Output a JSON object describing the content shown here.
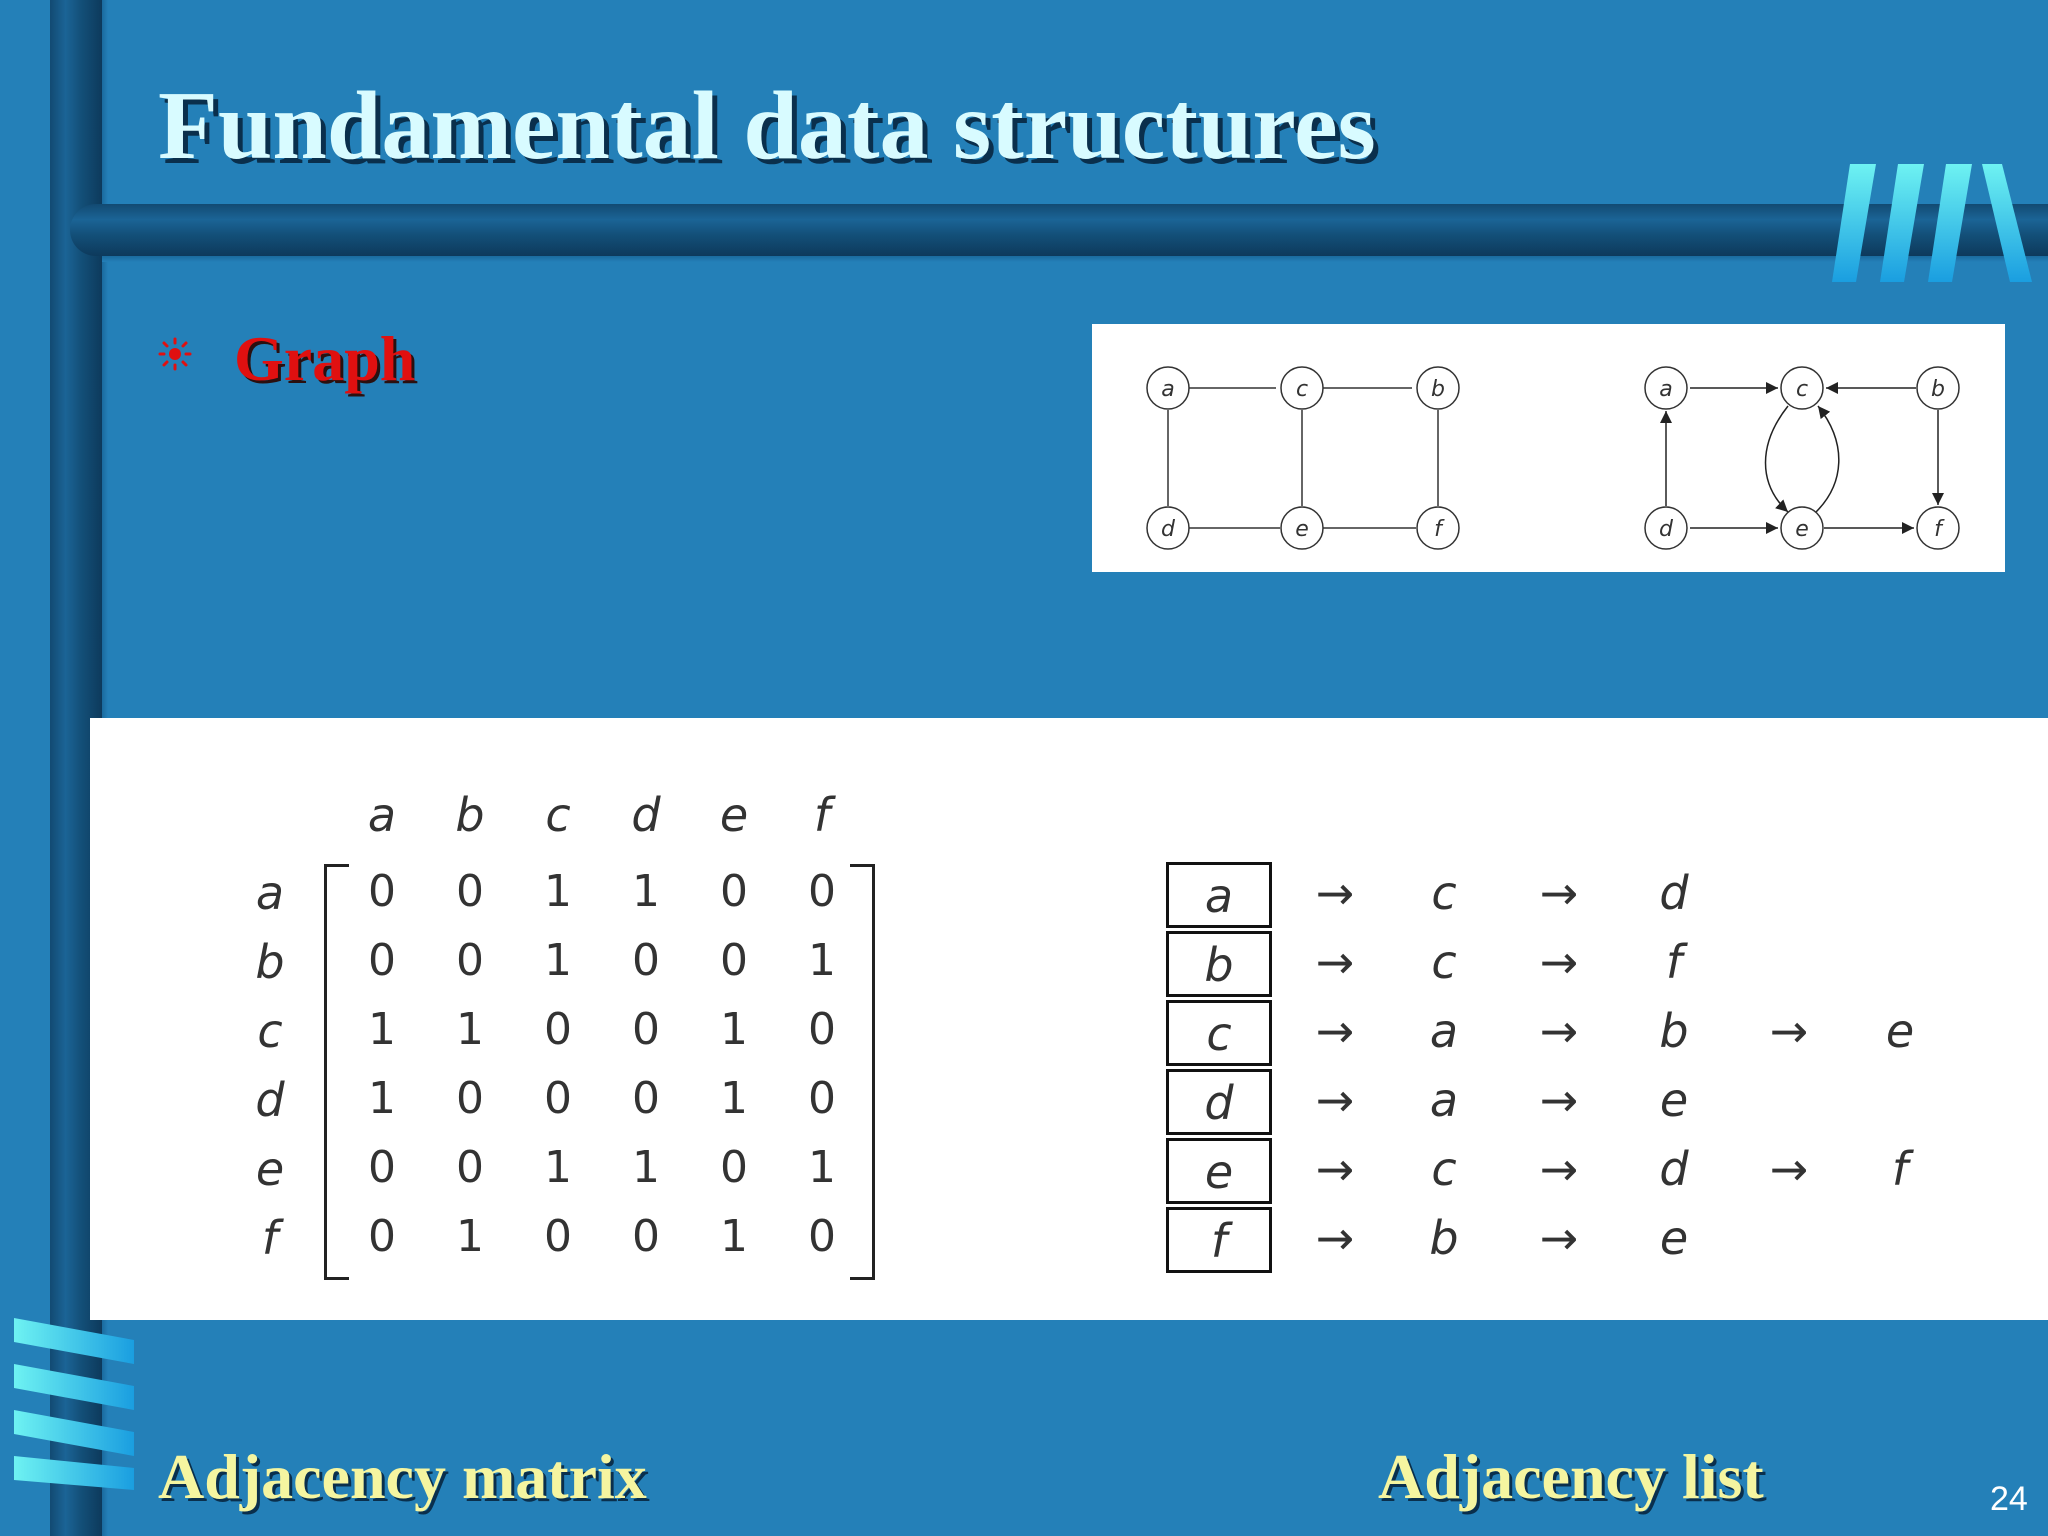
{
  "slide": {
    "title": "Fundamental data structures",
    "bullet": "Graph",
    "caption_left": "Adjacency matrix",
    "caption_right": "Adjacency list",
    "page_number": "24"
  },
  "graphs": {
    "undirected": {
      "nodes": [
        "a",
        "c",
        "b",
        "d",
        "e",
        "f"
      ],
      "edges": [
        [
          "a",
          "c"
        ],
        [
          "c",
          "b"
        ],
        [
          "a",
          "d"
        ],
        [
          "c",
          "e"
        ],
        [
          "b",
          "f"
        ],
        [
          "d",
          "e"
        ],
        [
          "e",
          "f"
        ]
      ]
    },
    "directed": {
      "nodes": [
        "a",
        "c",
        "b",
        "d",
        "e",
        "f"
      ],
      "edges": [
        [
          "a",
          "c"
        ],
        [
          "b",
          "c"
        ],
        [
          "d",
          "a"
        ],
        [
          "c",
          "e"
        ],
        [
          "e",
          "c"
        ],
        [
          "b",
          "f"
        ],
        [
          "d",
          "e"
        ],
        [
          "e",
          "f"
        ]
      ]
    }
  },
  "matrix": {
    "columns": [
      "a",
      "b",
      "c",
      "d",
      "e",
      "f"
    ],
    "rows": [
      {
        "label": "a",
        "values": [
          "0",
          "0",
          "1",
          "1",
          "0",
          "0"
        ]
      },
      {
        "label": "b",
        "values": [
          "0",
          "0",
          "1",
          "0",
          "0",
          "1"
        ]
      },
      {
        "label": "c",
        "values": [
          "1",
          "1",
          "0",
          "0",
          "1",
          "0"
        ]
      },
      {
        "label": "d",
        "values": [
          "1",
          "0",
          "0",
          "0",
          "1",
          "0"
        ]
      },
      {
        "label": "e",
        "values": [
          "0",
          "0",
          "1",
          "1",
          "0",
          "1"
        ]
      },
      {
        "label": "f",
        "values": [
          "0",
          "1",
          "0",
          "0",
          "1",
          "0"
        ]
      }
    ]
  },
  "adjacency_list": {
    "arrow": "→",
    "rows": [
      {
        "head": "a",
        "items": [
          "c",
          "d"
        ]
      },
      {
        "head": "b",
        "items": [
          "c",
          "f"
        ]
      },
      {
        "head": "c",
        "items": [
          "a",
          "b",
          "e"
        ]
      },
      {
        "head": "d",
        "items": [
          "a",
          "e"
        ]
      },
      {
        "head": "e",
        "items": [
          "c",
          "d",
          "f"
        ]
      },
      {
        "head": "f",
        "items": [
          "b",
          "e"
        ]
      }
    ]
  },
  "colors": {
    "background": "#2480b8",
    "title": "#d8fbff",
    "bullet_text": "#e01010",
    "caption": "#f5f5a0"
  }
}
